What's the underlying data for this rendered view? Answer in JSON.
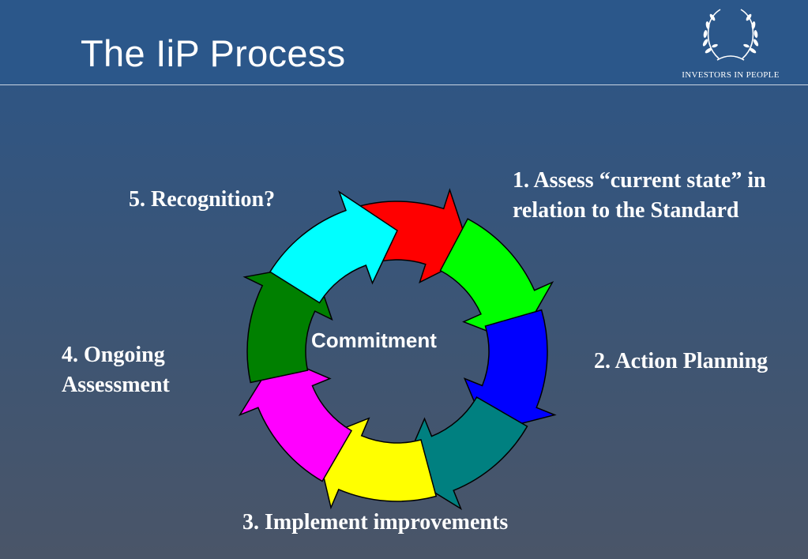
{
  "slide": {
    "title": "The IiP Process",
    "logo_text": "INVESTORS IN PEOPLE"
  },
  "diagram": {
    "center": "Commitment",
    "steps": [
      {
        "label": "1. Assess “current state” in relation to the Standard"
      },
      {
        "label": "2. Action Planning"
      },
      {
        "label": "3. Implement improvements"
      },
      {
        "label": "4. Ongoing Assessment"
      },
      {
        "label": "5. Recognition?"
      }
    ],
    "arrow_colors": [
      "#ff0000",
      "#00ff00",
      "#0000ff",
      "#008080",
      "#ffff00",
      "#ff00ff",
      "#008000",
      "#00ffff"
    ]
  }
}
